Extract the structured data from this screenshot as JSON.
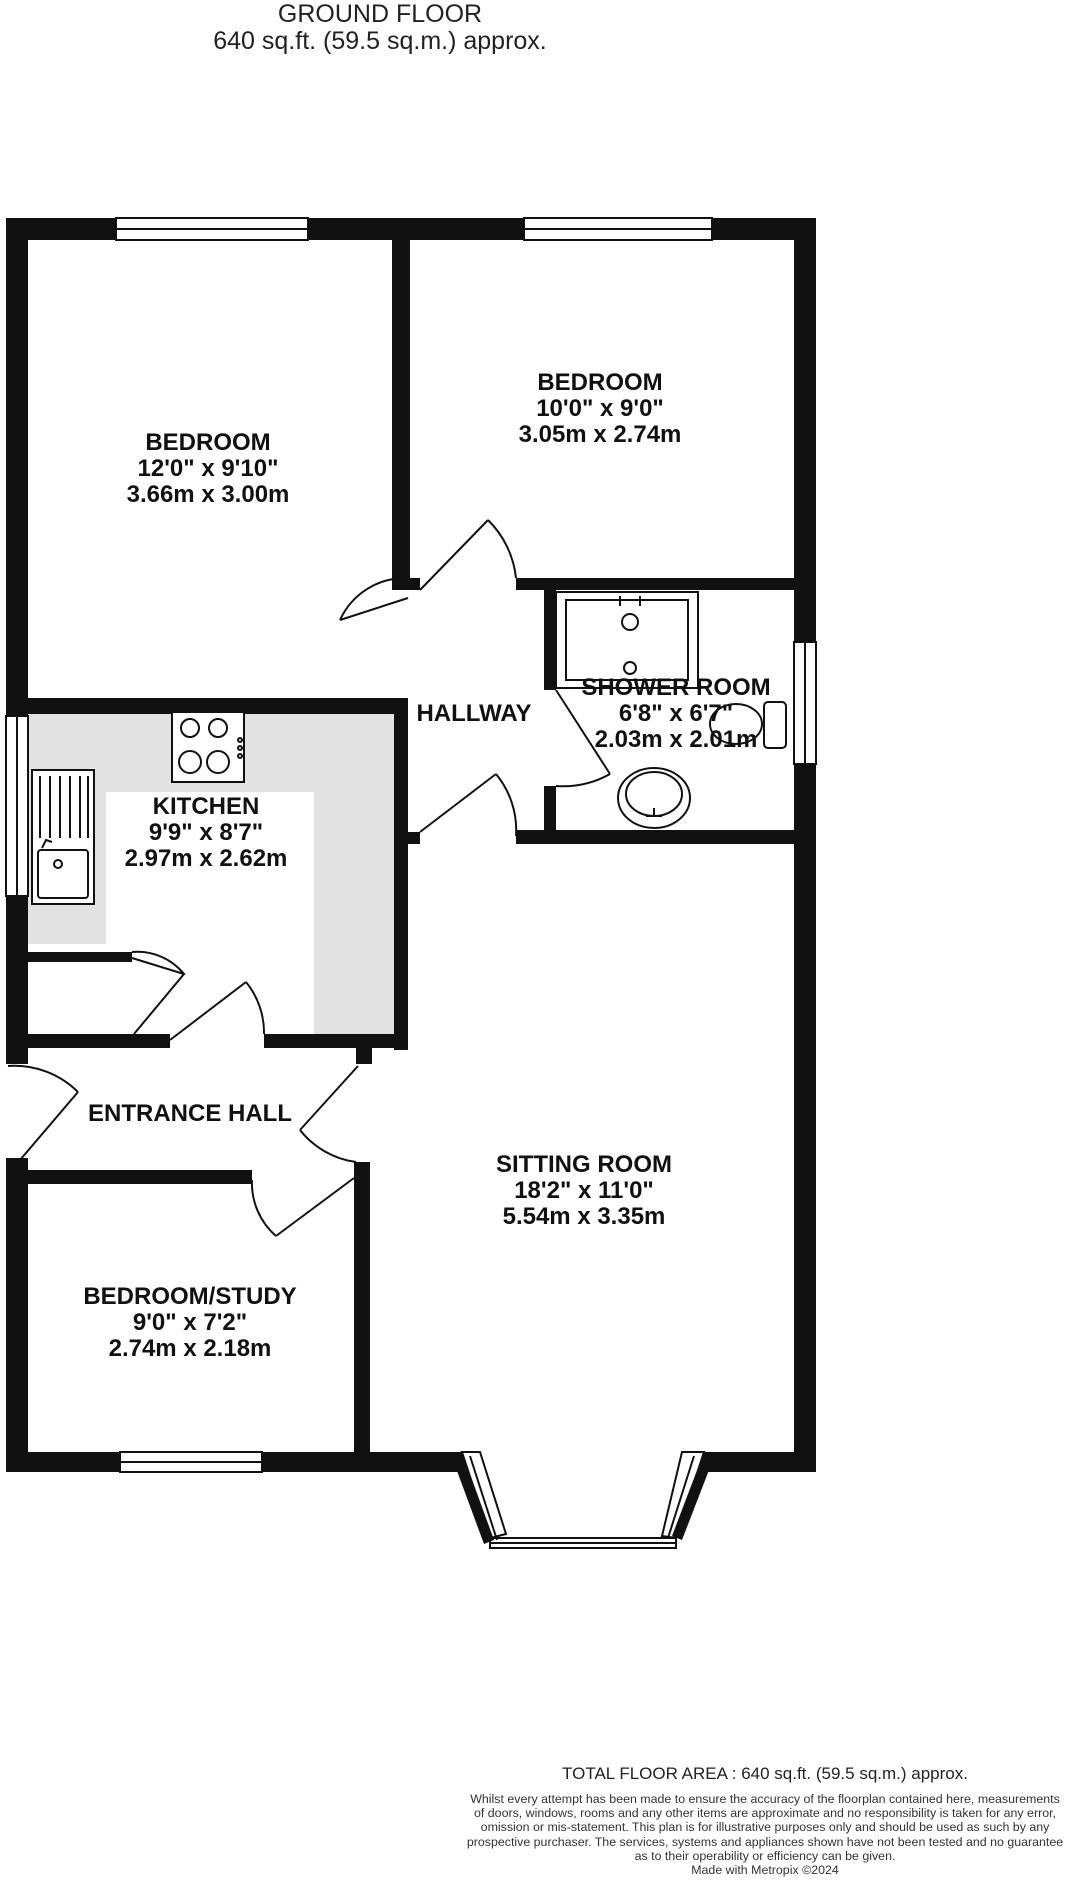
{
  "header": {
    "floor": "GROUND FLOOR",
    "area": "640 sq.ft. (59.5 sq.m.) approx."
  },
  "rooms": {
    "bedroom1": {
      "name": "BEDROOM",
      "imperial": "12'0\"  x 9'10\"",
      "metric": "3.66m  x 3.00m"
    },
    "bedroom2": {
      "name": "BEDROOM",
      "imperial": "10'0\"  x 9'0\"",
      "metric": "3.05m  x 2.74m"
    },
    "hallway": {
      "name": "HALLWAY"
    },
    "shower_room": {
      "name": "SHOWER ROOM",
      "imperial": "6'8\"  x 6'7\"",
      "metric": "2.03m  x 2.01m"
    },
    "kitchen": {
      "name": "KITCHEN",
      "imperial": "9'9\"  x 8'7\"",
      "metric": "2.97m  x 2.62m"
    },
    "entrance_hall": {
      "name": "ENTRANCE HALL"
    },
    "sitting_room": {
      "name": "SITTING ROOM",
      "imperial": "18'2\"  x 11'0\"",
      "metric": "5.54m  x 3.35m"
    },
    "bedroom_study": {
      "name": "BEDROOM/STUDY",
      "imperial": "9'0\"  x 7'2\"",
      "metric": "2.74m  x 2.18m"
    }
  },
  "footer": {
    "total_area": "TOTAL FLOOR AREA : 640 sq.ft. (59.5 sq.m.) approx.",
    "disclaimer_lines": [
      "Whilst every attempt has been made to ensure the accuracy of the floorplan contained here, measurements",
      "of doors, windows, rooms and any other items are approximate and no responsibility is taken for any error,",
      "omission or mis-statement. This plan is for illustrative purposes only and should be used as such by any",
      "prospective purchaser. The services, systems and appliances shown have not been tested and no guarantee",
      "as to their operability or efficiency can be given."
    ],
    "made_with": "Made with Metropix ©2024"
  },
  "colors": {
    "wall": "#111111",
    "kitchen_counter": "#e2e2e2",
    "background": "#ffffff"
  }
}
